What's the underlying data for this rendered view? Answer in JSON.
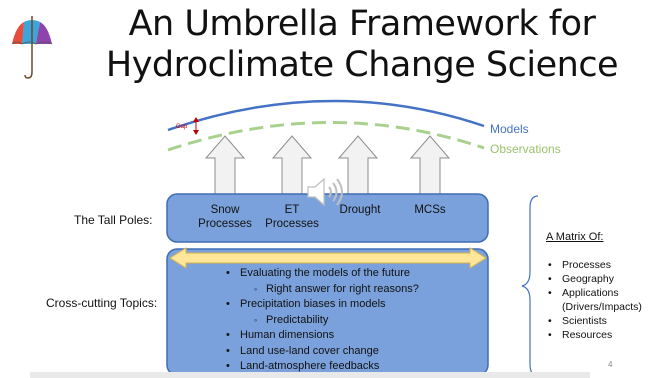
{
  "title": {
    "line1": "An Umbrella Framework for",
    "line2": "Hydroclimate Change Science"
  },
  "icons": [
    "umbrella-icon",
    "speaker-icon",
    "up-arrow-icon",
    "double-arrow-icon",
    "brace-icon"
  ],
  "colors": {
    "models_line": "#4472c4",
    "observations_line": "#a9d18e",
    "box_fill": "#7ba1dc",
    "box_stroke": "#3e6db4",
    "double_arrow": "#ffe699",
    "gap_marker": "#c00000"
  },
  "curves": {
    "models_label": "Models",
    "observations_label": "Observations",
    "gap_label": "Gap"
  },
  "tall_poles": {
    "label": "The Tall Poles:",
    "items": [
      {
        "line1": "Snow",
        "line2": "Processes"
      },
      {
        "line1": "ET",
        "line2": "Processes"
      },
      {
        "line1": "Drought",
        "line2": ""
      },
      {
        "line1": "MCSs",
        "line2": ""
      }
    ]
  },
  "cross_cutting": {
    "label": "Cross-cutting Topics:",
    "bullets": [
      {
        "level": 1,
        "text": "Evaluating the models of the future"
      },
      {
        "level": 2,
        "text": "Right answer for right reasons?"
      },
      {
        "level": 1,
        "text": "Precipitation biases in models"
      },
      {
        "level": 2,
        "text": "Predictability"
      },
      {
        "level": 1,
        "text": "Human dimensions"
      },
      {
        "level": 1,
        "text": "Land use-land cover change"
      },
      {
        "level": 1,
        "text": "Land-atmosphere feedbacks"
      }
    ]
  },
  "matrix": {
    "heading": "A Matrix Of:",
    "items": [
      {
        "text": "Processes",
        "bullet": true
      },
      {
        "text": "Geography",
        "bullet": true
      },
      {
        "text": "Applications",
        "bullet": true
      },
      {
        "text": "(Drivers/Impacts)",
        "bullet": false
      },
      {
        "text": "Scientists",
        "bullet": true
      },
      {
        "text": "Resources",
        "bullet": true
      }
    ]
  },
  "page_number": "4"
}
